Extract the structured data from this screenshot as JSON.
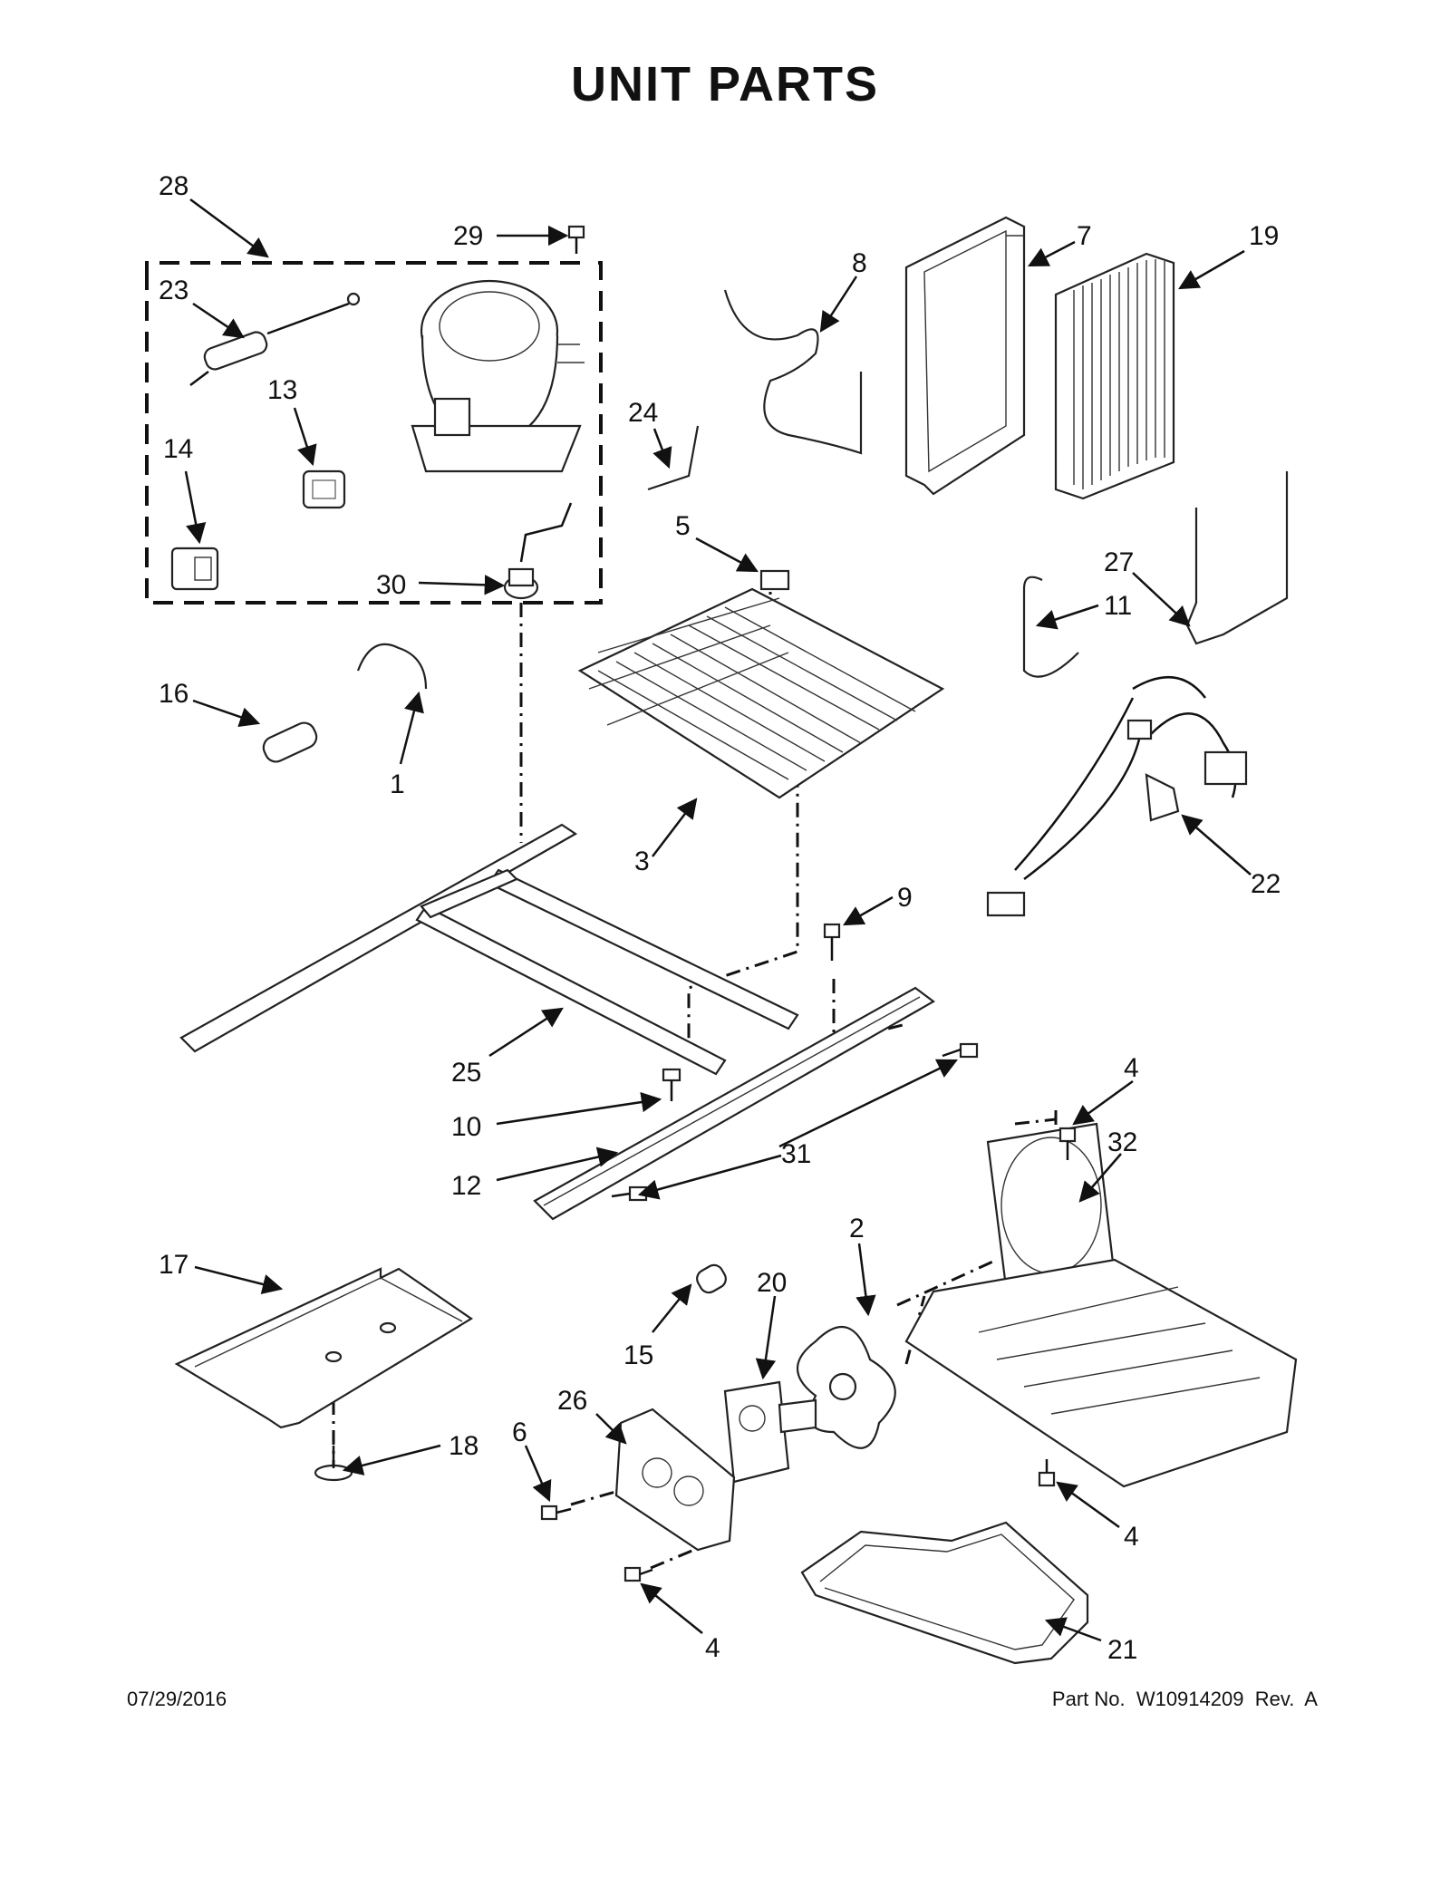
{
  "title": "UNIT PARTS",
  "callouts": [
    {
      "id": "28",
      "label": "28"
    },
    {
      "id": "29",
      "label": "29"
    },
    {
      "id": "23",
      "label": "23"
    },
    {
      "id": "13",
      "label": "13"
    },
    {
      "id": "14",
      "label": "14"
    },
    {
      "id": "30",
      "label": "30"
    },
    {
      "id": "24",
      "label": "24"
    },
    {
      "id": "8",
      "label": "8"
    },
    {
      "id": "7",
      "label": "7"
    },
    {
      "id": "19",
      "label": "19"
    },
    {
      "id": "5",
      "label": "5"
    },
    {
      "id": "27",
      "label": "27"
    },
    {
      "id": "11",
      "label": "11"
    },
    {
      "id": "16",
      "label": "16"
    },
    {
      "id": "1",
      "label": "1"
    },
    {
      "id": "3",
      "label": "3"
    },
    {
      "id": "22",
      "label": "22"
    },
    {
      "id": "9",
      "label": "9"
    },
    {
      "id": "25",
      "label": "25"
    },
    {
      "id": "10",
      "label": "10"
    },
    {
      "id": "31",
      "label": "31"
    },
    {
      "id": "12",
      "label": "12"
    },
    {
      "id": "4a",
      "label": "4"
    },
    {
      "id": "32",
      "label": "32"
    },
    {
      "id": "17",
      "label": "17"
    },
    {
      "id": "2",
      "label": "2"
    },
    {
      "id": "20",
      "label": "20"
    },
    {
      "id": "15",
      "label": "15"
    },
    {
      "id": "26",
      "label": "26"
    },
    {
      "id": "6",
      "label": "6"
    },
    {
      "id": "18",
      "label": "18"
    },
    {
      "id": "4b",
      "label": "4"
    },
    {
      "id": "4c",
      "label": "4"
    },
    {
      "id": "21",
      "label": "21"
    }
  ],
  "footer": {
    "date": "07/29/2016",
    "part_number": "Part No.  W10914209  Rev.  A"
  }
}
